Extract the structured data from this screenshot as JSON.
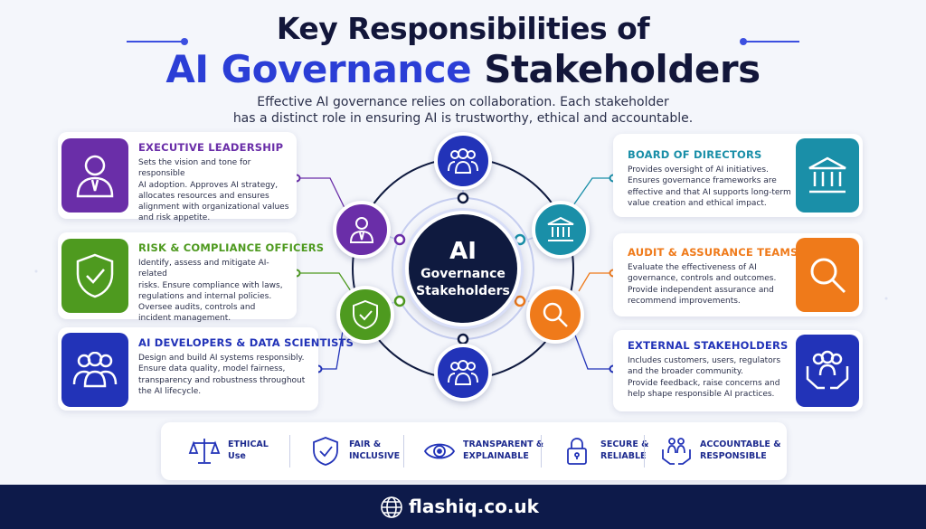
{
  "header": {
    "title_line1": "Key Responsibilities of",
    "title_line2_accent": "AI Governance",
    "title_line2_rest": "Stakeholders",
    "subtitle_line1": "Effective AI governance relies on collaboration. Each stakeholder",
    "subtitle_line2": "has a distinct role in ensuring AI is trustworthy, ethical and accountable."
  },
  "hub": {
    "line1": "AI",
    "line2": "Governance",
    "line3": "Stakeholders"
  },
  "cards": {
    "executive": {
      "title": "EXECUTIVE LEADERSHIP",
      "lines": [
        "Sets the vision and tone for responsible",
        "AI adoption. Approves AI strategy,",
        "allocates resources and ensures",
        "alignment with organizational values",
        "and risk appetite."
      ]
    },
    "risk": {
      "title": "RISK & COMPLIANCE OFFICERS",
      "lines": [
        "Identify, assess and mitigate AI-related",
        "risks. Ensure compliance with laws,",
        "regulations and internal policies.",
        "Oversee audits, controls and",
        "incident management."
      ]
    },
    "developers": {
      "title": "AI DEVELOPERS & DATA SCIENTISTS",
      "lines": [
        "Design and build AI systems responsibly.",
        "Ensure data quality, model fairness,",
        "transparency and robustness throughout",
        "the AI lifecycle."
      ]
    },
    "board": {
      "title": "BOARD OF DIRECTORS",
      "lines": [
        "Provides oversight of AI initiatives.",
        "Ensures governance frameworks are",
        "effective and that AI supports long-term",
        "value creation and ethical impact."
      ]
    },
    "audit": {
      "title": "AUDIT & ASSURANCE TEAMS",
      "lines": [
        "Evaluate the effectiveness of AI",
        "governance, controls and outcomes.",
        "Provide independent assurance and",
        "recommend improvements."
      ]
    },
    "external": {
      "title": "EXTERNAL STAKEHOLDERS",
      "lines": [
        "Includes customers, users, regulators",
        "and the broader community.",
        "Provide feedback, raise concerns and",
        "help shape responsible AI practices."
      ]
    }
  },
  "principles": [
    {
      "line1": "ETHICAL",
      "line2": "Use",
      "icon": "scales-icon"
    },
    {
      "line1": "FAIR &",
      "line2": "INCLUSIVE",
      "icon": "shield-check-icon"
    },
    {
      "line1": "TRANSPARENT &",
      "line2": "EXPLAINABLE",
      "icon": "eye-icon"
    },
    {
      "line1": "SECURE &",
      "line2": "RELIABLE",
      "icon": "padlock-icon"
    },
    {
      "line1": "ACCOUNTABLE &",
      "line2": "RESPONSIBLE",
      "icon": "people-hands-icon"
    }
  ],
  "footer": {
    "site": "flashiq.co.uk",
    "icon": "globe-icon"
  },
  "colors": {
    "navy": "#0f1a3f",
    "blue": "#2b3ed6",
    "purple": "#6a2ea8",
    "green": "#4e9a1f",
    "teal": "#1a8fa8",
    "orange": "#ef7a1a",
    "royal": "#2233b8"
  }
}
